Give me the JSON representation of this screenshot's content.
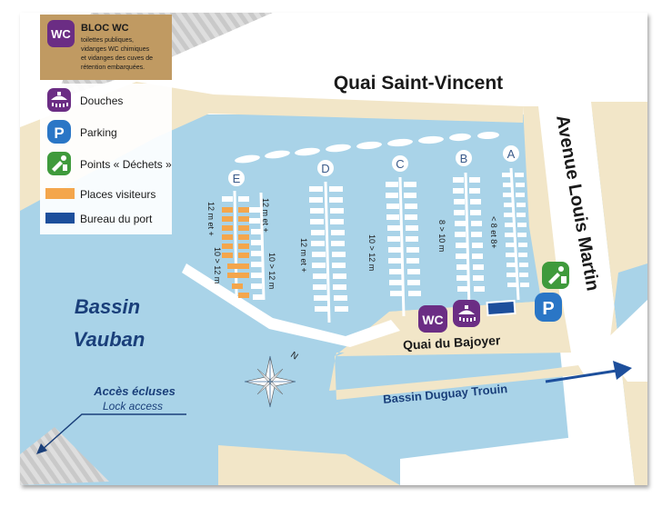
{
  "legend": {
    "wc": {
      "badge": "WC",
      "title": "BLOC WC",
      "lines": [
        "toilettes publiques,",
        "vidanges WC chimiques",
        "et vidanges des cuves de",
        "rétention embarquées."
      ]
    },
    "items": [
      {
        "icon": "shower-icon",
        "label": "Douches"
      },
      {
        "icon": "parking-icon",
        "badge": "P",
        "label": "Parking"
      },
      {
        "icon": "waste-icon",
        "label": "Points « Déchets »"
      },
      {
        "icon": "visitor-swatch",
        "label": "Places visiteurs"
      },
      {
        "icon": "office-swatch",
        "label": "Bureau du port"
      }
    ]
  },
  "streets": {
    "quai_saint_vincent": "Quai Saint-Vincent",
    "avenue_louis_martin": "Avenue Louis Martin",
    "quai_du_bajoyer": "Quai du Bajoyer"
  },
  "water": {
    "bassin_vauban_line1": "Bassin",
    "bassin_vauban_line2": "Vauban",
    "bassin_duguay_trouin": "Bassin Duguay Trouin",
    "acces_ecluses": "Accès écluses",
    "lock_access": "Lock access"
  },
  "pontoons": {
    "A": {
      "letter": "A",
      "size": "< 8 et 8+"
    },
    "B": {
      "letter": "B",
      "size": "8 > 10 m"
    },
    "C": {
      "letter": "C",
      "size": "10 > 12 m"
    },
    "D": {
      "letter": "D",
      "size": "12 m et +"
    },
    "E": {
      "letter": "E",
      "size_left_1": "12 m et +",
      "size_left_2": "10 > 12 m",
      "size_right_1": "12 m et +",
      "size_right_2": "10 > 12 m"
    }
  },
  "facilities": {
    "wc_badge": "WC",
    "parking_badge": "P"
  },
  "compass": {
    "north": "N"
  },
  "colors": {
    "water": "#a9d3e8",
    "land": "#f2e6c8",
    "wc_purple": "#6b2d84",
    "parking_blue": "#2a76c6",
    "waste_green": "#3f9a3c",
    "visitor_orange": "#f4a64c",
    "office_blue": "#1d4f9c",
    "text_navy": "#1a3f7a",
    "legend_gold": "#c09a62"
  }
}
